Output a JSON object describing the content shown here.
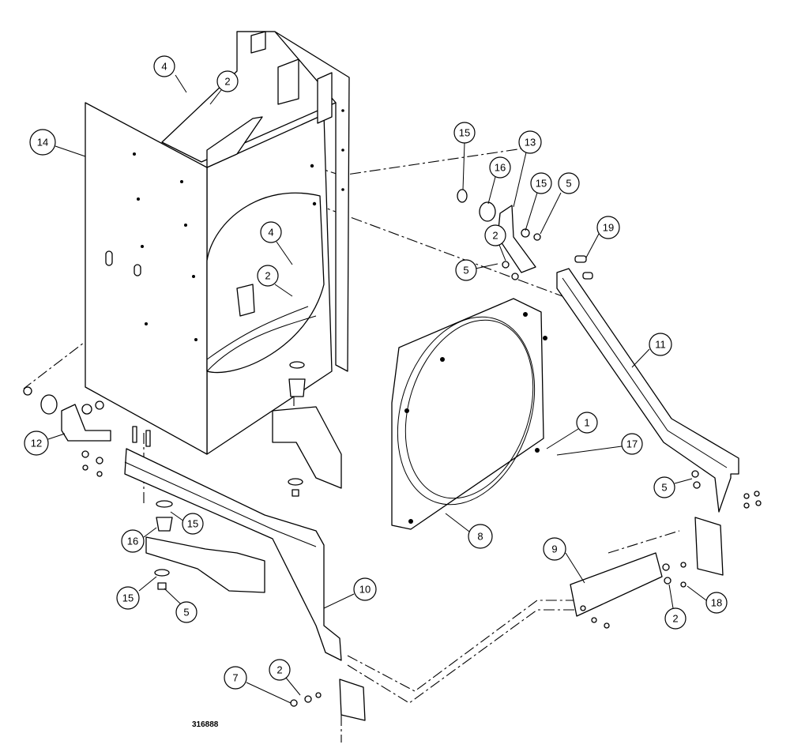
{
  "drawing_number": "316888",
  "callouts": [
    {
      "label": "4"
    },
    {
      "label": "2"
    },
    {
      "label": "14"
    },
    {
      "label": "4"
    },
    {
      "label": "2"
    },
    {
      "label": "12"
    },
    {
      "label": "15"
    },
    {
      "label": "16"
    },
    {
      "label": "13"
    },
    {
      "label": "15"
    },
    {
      "label": "5"
    },
    {
      "label": "2"
    },
    {
      "label": "5"
    },
    {
      "label": "19"
    },
    {
      "label": "11"
    },
    {
      "label": "1"
    },
    {
      "label": "17"
    },
    {
      "label": "8"
    },
    {
      "label": "5"
    },
    {
      "label": "15"
    },
    {
      "label": "16"
    },
    {
      "label": "15"
    },
    {
      "label": "5"
    },
    {
      "label": "10"
    },
    {
      "label": "7"
    },
    {
      "label": "2"
    },
    {
      "label": "9"
    },
    {
      "label": "2"
    },
    {
      "label": "18"
    }
  ]
}
